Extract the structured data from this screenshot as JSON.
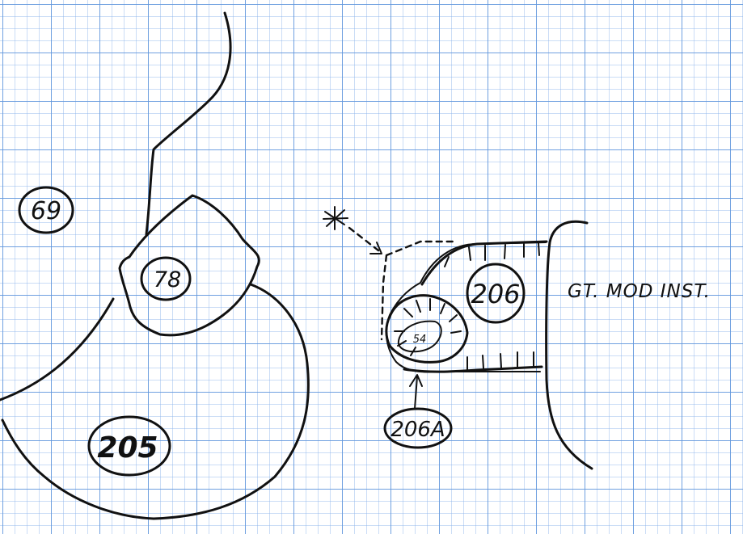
{
  "labels": {
    "region_69": "69",
    "region_78": "78",
    "region_205": "205",
    "region_206": "206",
    "region_206a": "206A",
    "region_54": "54",
    "side_note": "GT. MOD INST."
  }
}
